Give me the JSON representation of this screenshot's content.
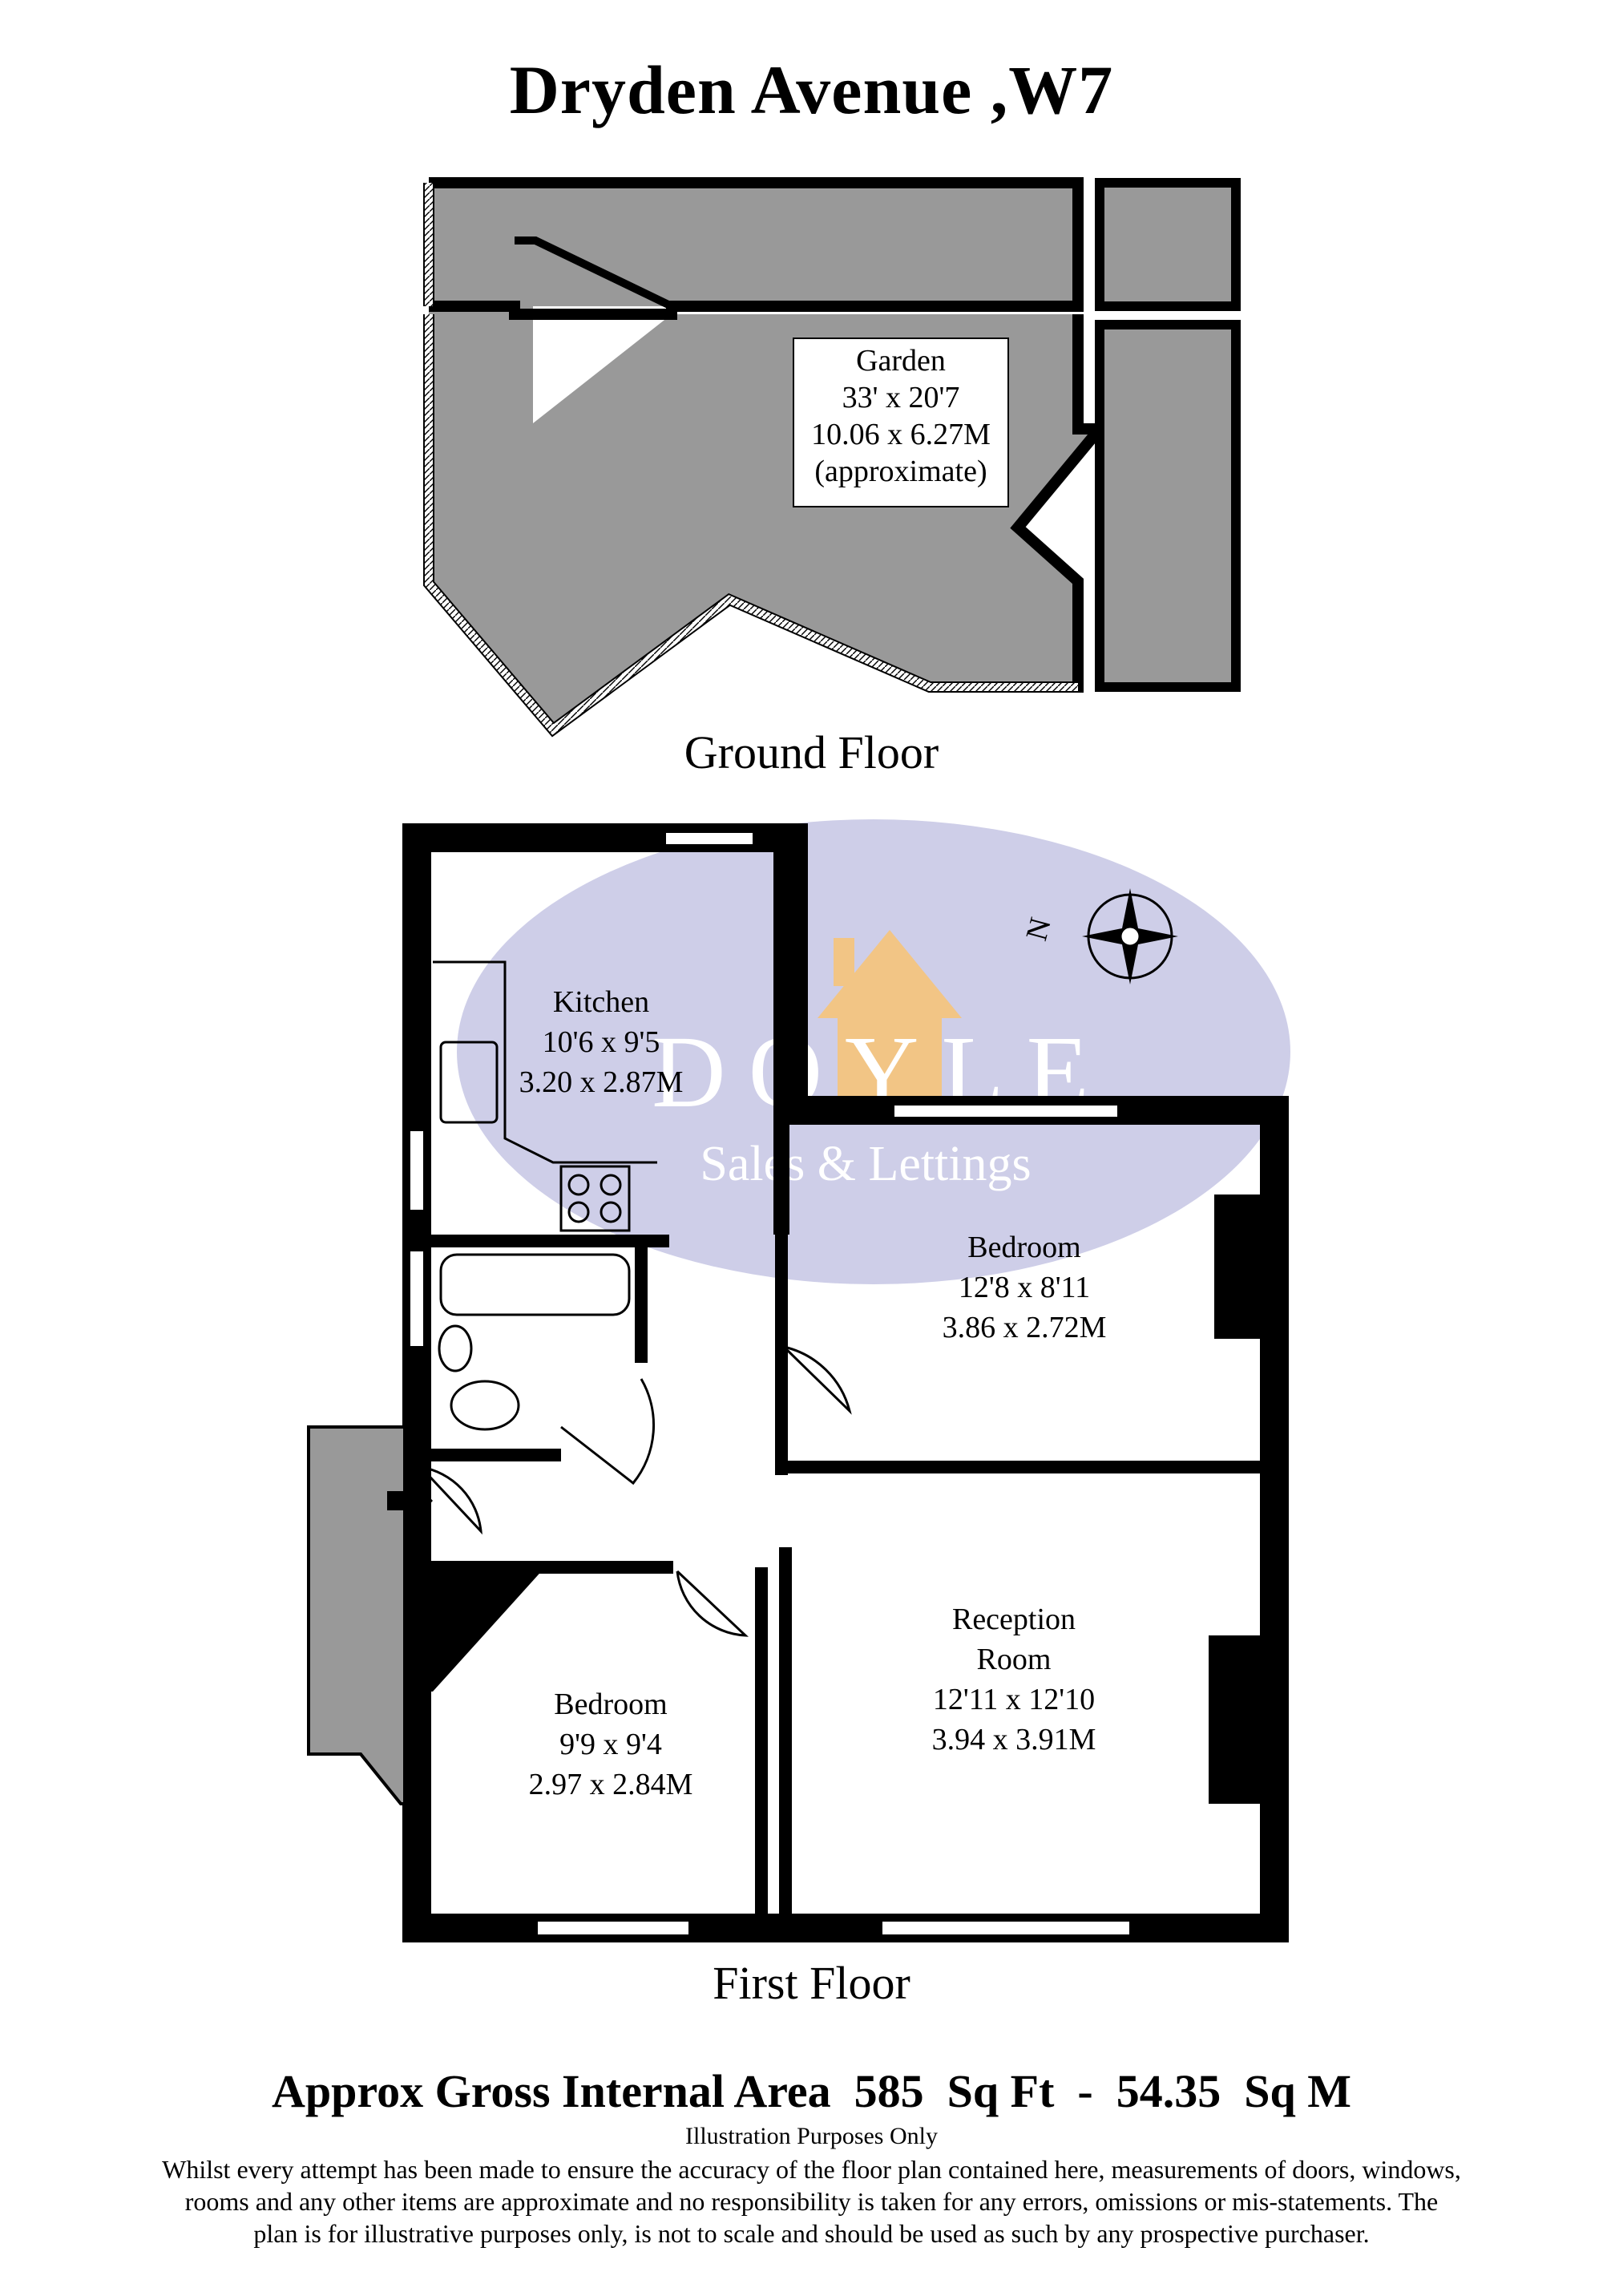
{
  "title": "Dryden Avenue ,W7",
  "ground_floor": {
    "label": "Ground Floor",
    "garden": {
      "name": "Garden",
      "imperial": "33' x 20'7",
      "metric": "10.06 x 6.27M",
      "note": "(approximate)"
    }
  },
  "first_floor": {
    "label": "First Floor",
    "rooms": {
      "kitchen": {
        "name": "Kitchen",
        "imperial": "10'6 x 9'5",
        "metric": "3.20 x 2.87M"
      },
      "bedroom1": {
        "name": "Bedroom",
        "imperial": "12'8 x 8'11",
        "metric": "3.86 x 2.72M"
      },
      "reception": {
        "name_line1": "Reception",
        "name_line2": "Room",
        "imperial": "12'11 x 12'10",
        "metric": "3.94 x 3.91M"
      },
      "bedroom2": {
        "name": "Bedroom",
        "imperial": "9'9 x 9'4",
        "metric": "2.97 x 2.84M"
      }
    }
  },
  "compass": {
    "label": "N"
  },
  "watermark": {
    "brand": "DOYLE",
    "tagline": "Sales & Lettings"
  },
  "area": "Approx Gross Internal Area  585  Sq Ft  -  54.35  Sq M",
  "illustration_note": "Illustration Purposes Only",
  "disclaimer": "Whilst every attempt has been made to ensure the accuracy of the floor plan contained here, measurements of doors, windows, rooms and any other items are approximate and no responsibility is taken for any errors, omissions or mis-statements. The plan is for illustrative purposes only, is not to scale and should be used as such by any prospective purchaser.",
  "colors": {
    "garden_fill": "#999999",
    "wall": "#000000",
    "watermark_ellipse": "#c6c6e4",
    "watermark_house": "#f2c585"
  }
}
